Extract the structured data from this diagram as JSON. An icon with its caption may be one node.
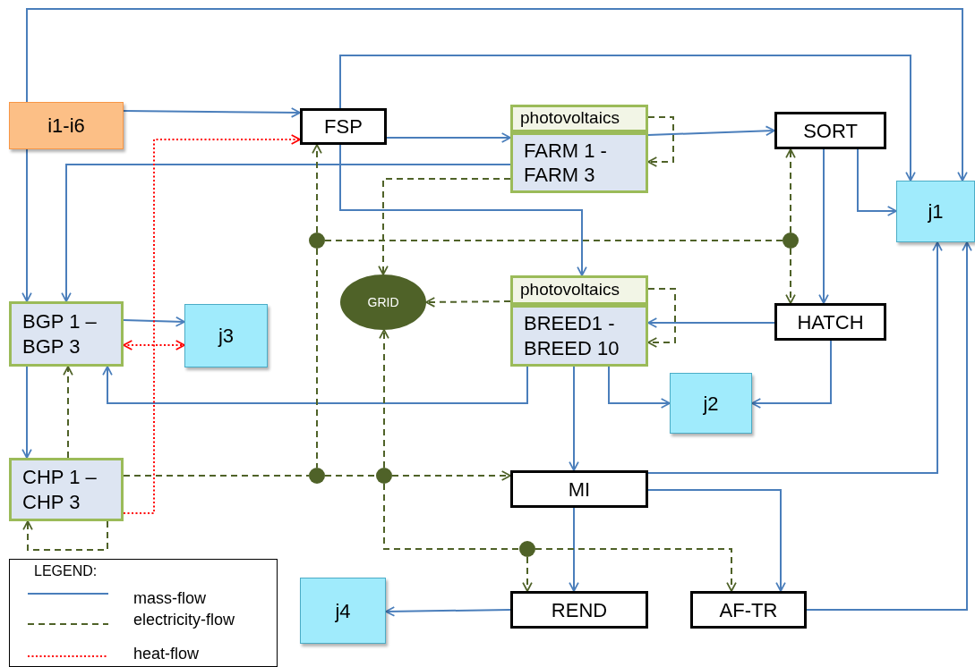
{
  "diagram": {
    "nodes": [
      {
        "text": [
          "i1-i6"
        ]
      },
      {
        "text": [
          "FSP"
        ]
      },
      {
        "text": [
          "photovoltaics"
        ]
      },
      {
        "text": [
          "FARM 1 - FARM 3"
        ]
      },
      {
        "text": [
          "SORT"
        ]
      },
      {
        "text": [
          "j1"
        ]
      },
      {
        "text": [
          "GRID"
        ]
      },
      {
        "text": [
          "photovoltaics"
        ]
      },
      {
        "text": [
          "BREED1 - BREED 10"
        ]
      },
      {
        "text": [
          "HATCH"
        ]
      },
      {
        "text": [
          "BGP 1 – BGP 3"
        ]
      },
      {
        "text": [
          "j3"
        ]
      },
      {
        "text": [
          "j2"
        ]
      },
      {
        "text": [
          "CHP 1 – CHP 3"
        ]
      },
      {
        "text": [
          "MI"
        ]
      },
      {
        "text": [
          "REND"
        ]
      },
      {
        "text": [
          "AF-TR"
        ]
      },
      {
        "text": [
          "j4"
        ]
      },
      {
        "text": [],
        "shape": "circle"
      },
      {
        "text": [],
        "shape": "circle"
      },
      {
        "text": [],
        "shape": "circle"
      },
      {
        "text": [],
        "shape": "circle"
      },
      {
        "text": [],
        "shape": "circle"
      }
    ],
    "edges": [
      {
        "from": 0,
        "to": 1,
        "arrow": "to"
      },
      {
        "from": 0,
        "to": 5,
        "arrow": "to"
      },
      {
        "from": 0,
        "to": 10,
        "arrow": "to"
      },
      {
        "from": 1,
        "to": 5,
        "arrow": "to"
      },
      {
        "from": 1,
        "to": 3,
        "arrow": "to"
      },
      {
        "from": 1,
        "to": 7,
        "arrow": "to"
      },
      {
        "from": 3,
        "to": 4,
        "arrow": "to"
      },
      {
        "from": 3,
        "to": 10,
        "arrow": "to"
      },
      {
        "from": 4,
        "to": 9,
        "arrow": "to"
      },
      {
        "from": 4,
        "to": 5,
        "arrow": "to"
      },
      {
        "from": 9,
        "to": 8,
        "arrow": "to"
      },
      {
        "from": 9,
        "to": 12,
        "arrow": "to"
      },
      {
        "from": 8,
        "to": 10,
        "arrow": "to"
      },
      {
        "from": 8,
        "to": 14,
        "arrow": "to"
      },
      {
        "from": 8,
        "to": 12,
        "arrow": "to"
      },
      {
        "from": 10,
        "to": 11,
        "arrow": "to"
      },
      {
        "from": 10,
        "to": 13,
        "arrow": "to"
      },
      {
        "from": 14,
        "to": 5,
        "arrow": "to"
      },
      {
        "from": 14,
        "to": 16,
        "arrow": "to"
      },
      {
        "from": 14,
        "to": 15,
        "arrow": "to"
      },
      {
        "from": 15,
        "to": 17,
        "arrow": "to"
      },
      {
        "from": 16,
        "to": 5,
        "arrow": "to"
      },
      {
        "from": 2,
        "to": 3,
        "arrow": "to",
        "style": "dashed",
        "color": "#4f6228"
      },
      {
        "from": 3,
        "to": 6,
        "arrow": "to",
        "style": "dashed",
        "color": "#4f6228"
      },
      {
        "from": 18,
        "to": 1,
        "arrow": "to",
        "style": "dashed",
        "color": "#4f6228"
      },
      {
        "from": 18,
        "to": 19,
        "arrow": "none",
        "style": "dashed",
        "color": "#4f6228"
      },
      {
        "from": 18,
        "to": 20,
        "arrow": "none",
        "style": "dashed",
        "color": "#4f6228"
      },
      {
        "from": 19,
        "to": 4,
        "arrow": "to",
        "style": "dashed",
        "color": "#4f6228"
      },
      {
        "from": 19,
        "to": 9,
        "arrow": "to",
        "style": "dashed",
        "color": "#4f6228"
      },
      {
        "from": 7,
        "to": 6,
        "arrow": "to",
        "style": "dashed",
        "color": "#4f6228"
      },
      {
        "from": 7,
        "to": 8,
        "arrow": "to",
        "style": "dashed",
        "color": "#4f6228"
      },
      {
        "from": 21,
        "to": 6,
        "arrow": "to",
        "style": "dashed",
        "color": "#4f6228"
      },
      {
        "from": 13,
        "to": 20,
        "arrow": "none",
        "style": "dashed",
        "color": "#4f6228"
      },
      {
        "from": 20,
        "to": 21,
        "arrow": "none",
        "style": "dashed",
        "color": "#4f6228"
      },
      {
        "from": 21,
        "to": 14,
        "arrow": "to",
        "style": "dashed",
        "color": "#4f6228"
      },
      {
        "from": 21,
        "to": 22,
        "arrow": "none",
        "style": "dashed",
        "color": "#4f6228"
      },
      {
        "from": 22,
        "to": 15,
        "arrow": "to",
        "style": "dashed",
        "color": "#4f6228"
      },
      {
        "from": 22,
        "to": 16,
        "arrow": "to",
        "style": "dashed",
        "color": "#4f6228"
      },
      {
        "from": 13,
        "to": 10,
        "arrow": "to",
        "style": "dashed",
        "color": "#4f6228"
      },
      {
        "from": 13,
        "to": 13,
        "arrow": "to",
        "style": "dashed",
        "color": "#4f6228"
      },
      {
        "from": 13,
        "to": 1,
        "arrow": "to",
        "style": "dashed",
        "color": "#ff0000"
      },
      {
        "from": 10,
        "to": 11,
        "arrow": "both",
        "style": "dashed",
        "color": "#ff0000"
      }
    ],
    "labels": [
      "LEGEND:"
    ],
    "legend": [
      {
        "text": "mass-flow"
      },
      {
        "text": "electricity-flow"
      },
      {
        "text": "heat-flow"
      }
    ]
  }
}
